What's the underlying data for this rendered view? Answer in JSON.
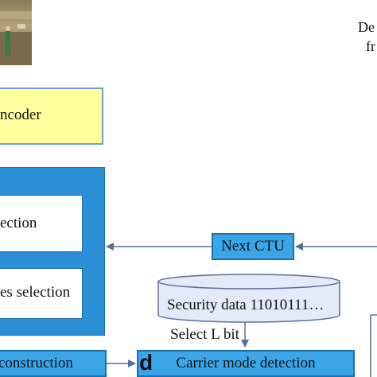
{
  "top_right": {
    "line1": "De",
    "line2": "fr"
  },
  "encoder": {
    "label": "ncoder"
  },
  "inner_boxes": {
    "upper": "ection",
    "lower": "es selection"
  },
  "next_ctu": {
    "label": "Next CTU"
  },
  "security": {
    "label": "Security data 11010111…"
  },
  "select_bits": {
    "label": "Select L bit"
  },
  "construction": {
    "label": " construction"
  },
  "carrier": {
    "letter": "d",
    "label": "Carrier mode detection"
  },
  "colors": {
    "encoder_fill": "#ffffa0",
    "block_blue": "#2b8fd6",
    "node_blue": "#3aa6e8",
    "database_fill": "#e3eaf8",
    "arrow": "#5b6f95"
  }
}
